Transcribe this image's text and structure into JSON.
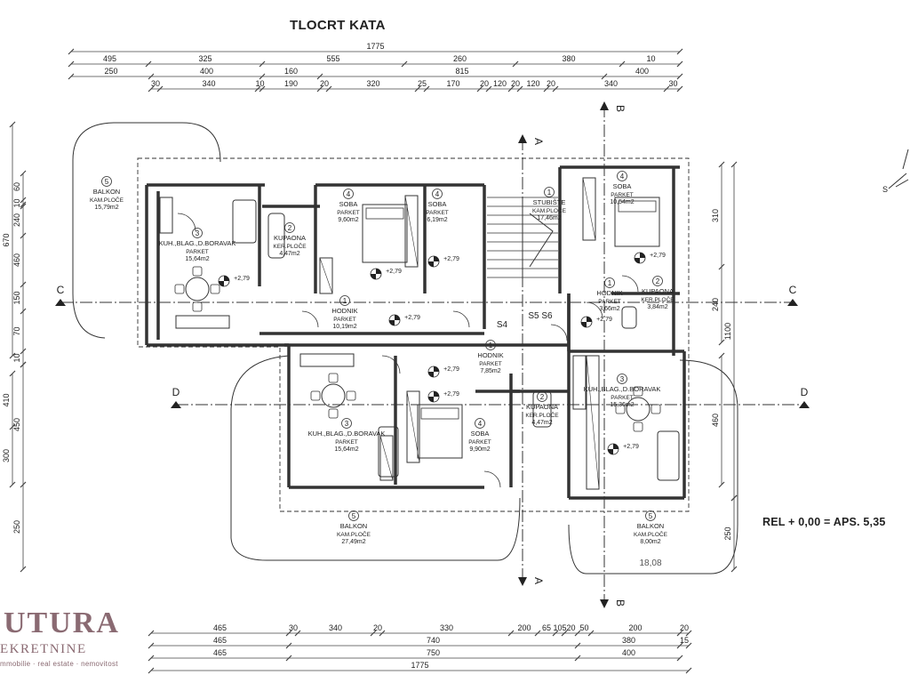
{
  "title": "TLOCRT KATA",
  "rel_note": "REL + 0,00 = APS. 5,35",
  "logo": {
    "word": "UTURA",
    "sub": "EKRETNINE",
    "tagline": "mmobilie · real estate · nemovitost"
  },
  "sign": "18,08",
  "top_dims": {
    "row1": [
      "1775"
    ],
    "row2": [
      "495",
      "325",
      "555",
      "260",
      "380",
      "10"
    ],
    "row3": [
      "250",
      "400",
      "160",
      "815",
      "400"
    ],
    "row4": [
      "30",
      "340",
      "10",
      "190",
      "20",
      "320",
      "25",
      "170",
      "20",
      "120",
      "20",
      "120",
      "20",
      "340",
      "30"
    ]
  },
  "bottom_dims": {
    "row1": [
      "465",
      "30",
      "340",
      "20",
      "330",
      "200",
      "65",
      "105",
      "20",
      "50",
      "200",
      "20"
    ],
    "row2": [
      "465",
      "740",
      "380",
      "15"
    ],
    "row3": [
      "465",
      "750",
      "400"
    ],
    "row4": [
      "1775"
    ]
  },
  "left_dims": [
    "60",
    "10",
    "670",
    "240",
    "460",
    "150",
    "70",
    "10",
    "410",
    "300",
    "450",
    "250"
  ],
  "right_dims": [
    "310",
    "240",
    "1100",
    "460",
    "250"
  ],
  "sections": [
    "A",
    "B",
    "C",
    "D"
  ],
  "rooms": [
    {
      "num": "5",
      "name": "BALKON",
      "finish": "KAM.PLOČE",
      "area": "15,79m2"
    },
    {
      "num": "3",
      "name": "KUH.,BLAG.,D.BORAVAK",
      "finish": "PARKET",
      "area": "15,64m2"
    },
    {
      "num": "2",
      "name": "KUPAONA",
      "finish": "KER.PLOČE",
      "area": "4,47m2"
    },
    {
      "num": "4",
      "name": "SOBA",
      "finish": "PARKET",
      "area": "9,60m2"
    },
    {
      "num": "4",
      "name": "SOBA",
      "finish": "PARKET",
      "area": "6,19m2"
    },
    {
      "num": "1",
      "name": "STUBIŠTE",
      "finish": "KAM.PLOČE",
      "area": "17,46m2"
    },
    {
      "num": "4",
      "name": "SOBA",
      "finish": "PARKET",
      "area": "10,54m2"
    },
    {
      "num": "1",
      "name": "HODNIK",
      "finish": "PARKET",
      "area": "10,19m2"
    },
    {
      "num": "1",
      "name": "HODNIK",
      "finish": "PARKET",
      "area": "3,66m2"
    },
    {
      "num": "2",
      "name": "KUPAONA",
      "finish": "KER.PLOČE",
      "area": "3,84m2"
    },
    {
      "num": "1",
      "name": "HODNIK",
      "finish": "PARKET",
      "area": "7,85m2"
    },
    {
      "num": "3",
      "name": "KUH.,BLAG.,D.BORAVAK",
      "finish": "PARKET",
      "area": "15,64m2"
    },
    {
      "num": "2",
      "name": "KUPAONA",
      "finish": "KER.PLOČE",
      "area": "4,47m2"
    },
    {
      "num": "4",
      "name": "SOBA",
      "finish": "PARKET",
      "area": "9,90m2"
    },
    {
      "num": "3",
      "name": "KUH.,BLAG.,D.BORAVAK",
      "finish": "PARKET",
      "area": "15,36m2"
    },
    {
      "num": "5",
      "name": "BALKON",
      "finish": "KAM.PLOČE",
      "area": "27,49m2"
    },
    {
      "num": "5",
      "name": "BALKON",
      "finish": "KAM.PLOČE",
      "area": "8,00m2"
    }
  ],
  "level_mark": "+2,79",
  "shafts": [
    "S5",
    "S6",
    "S4"
  ]
}
